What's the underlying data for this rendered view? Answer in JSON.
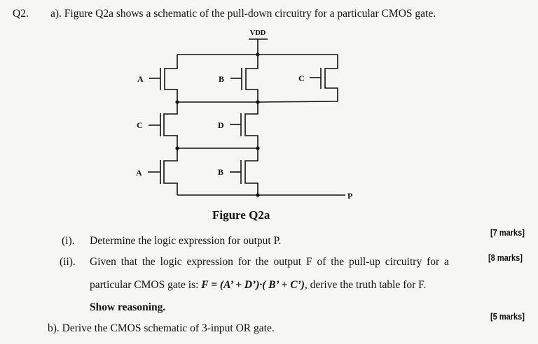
{
  "question": {
    "number": "Q2.",
    "part_a": "a). Figure Q2a shows a schematic of the pull-down circuitry for a particular CMOS gate.",
    "figure": {
      "caption": "Figure Q2a",
      "supply_label": "VDD",
      "output_label": "P",
      "transistor_labels": [
        "A",
        "B",
        "C",
        "C",
        "D",
        "A",
        "B"
      ]
    },
    "sub_i": {
      "num": "(i).",
      "text": "Determine the logic expression for output P.",
      "marks": "[7 marks]"
    },
    "sub_ii": {
      "num": "(ii).",
      "line1": "Given that the logic expression for the output F of the pull-up circuitry for a",
      "line2_prefix": "particular CMOS gate is: ",
      "line2_expr": "F = (A’ + D’)·( B’ + C’)",
      "line2_suffix": ", derive the truth table for F.",
      "line3": "Show reasoning.",
      "marks": "[8 marks]"
    },
    "part_b": {
      "text": "b). Derive the CMOS schematic of 3-input OR gate.",
      "marks": "[5 marks]"
    }
  }
}
